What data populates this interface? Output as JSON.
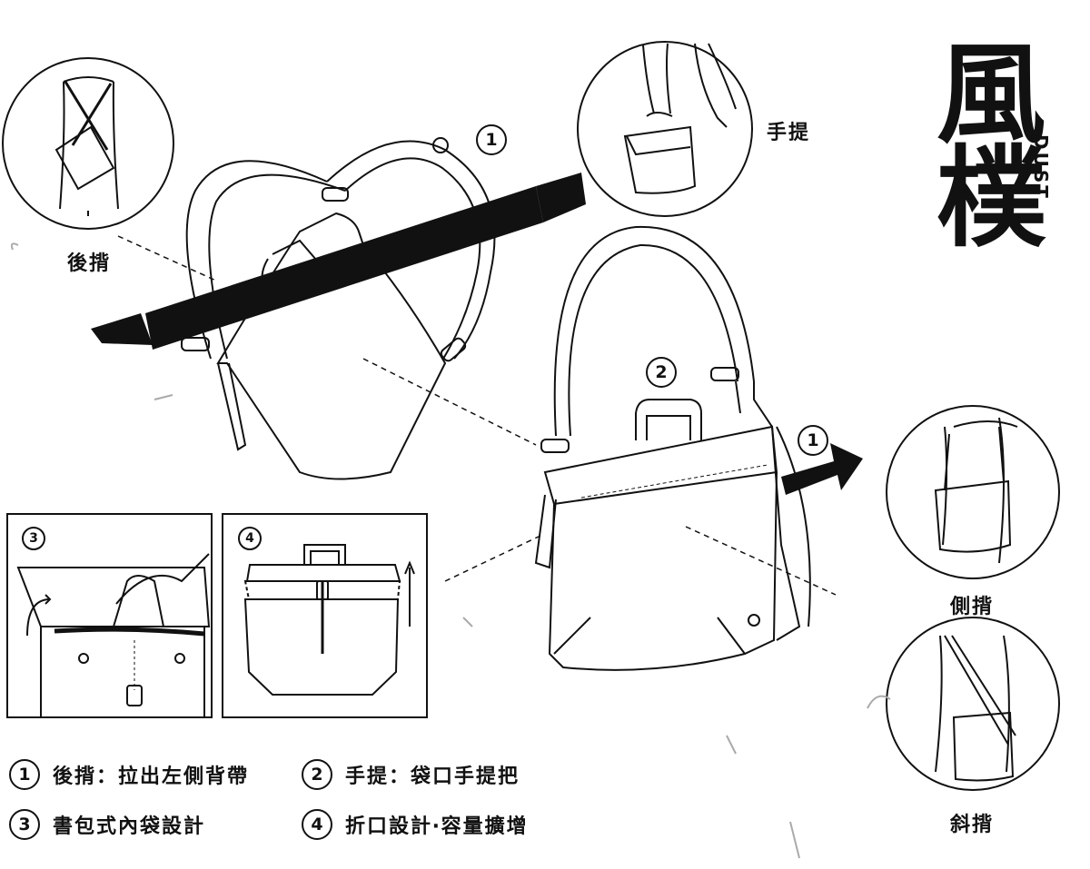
{
  "brand": {
    "cjk": "風樸",
    "latin": "DUST"
  },
  "carry_modes": {
    "backpack": "後揹",
    "handheld": "手提",
    "side": "側揹",
    "crossbody": "斜揹"
  },
  "markers": {
    "one": "1",
    "two": "2",
    "three": "3",
    "four": "4"
  },
  "legend": [
    {
      "num": "1",
      "text": "後揹：拉出左側背帶"
    },
    {
      "num": "2",
      "text": "手提：袋口手提把"
    },
    {
      "num": "3",
      "text": "書包式內袋設計"
    },
    {
      "num": "4",
      "text": "折口設計‧容量擴增"
    }
  ]
}
